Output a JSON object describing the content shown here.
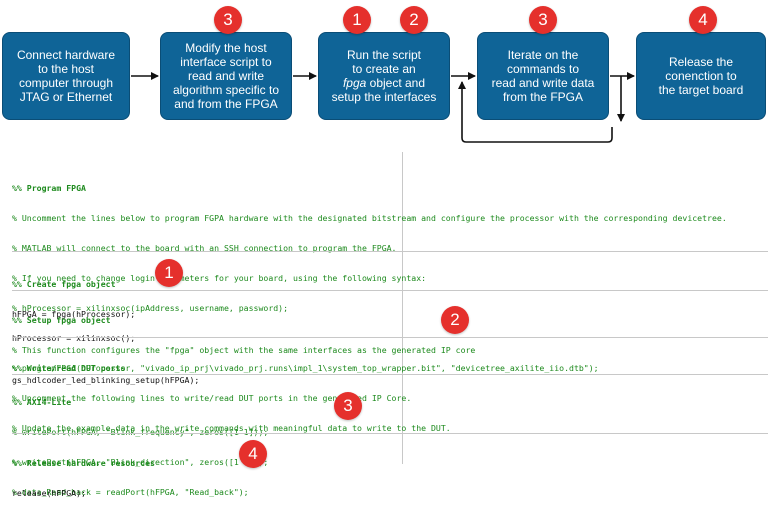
{
  "flow": {
    "boxes": [
      {
        "lines": [
          "Connect hardware",
          "to the host",
          "computer through",
          "JTAG or Ethernet"
        ]
      },
      {
        "lines": [
          "Modify the host",
          "interface script to",
          "read and write",
          "algorithm specific to",
          "and from the FPGA"
        ]
      },
      {
        "lines": [
          "Run the script",
          "to create an",
          "fpga object and",
          "setup the interfaces"
        ]
      },
      {
        "lines": [
          "Iterate on the",
          "commands to",
          "read and write data",
          "from the FPGA"
        ]
      },
      {
        "lines": [
          "Release the",
          "conenction to",
          "the target board"
        ]
      }
    ],
    "badges": [
      "3",
      "1",
      "2",
      "3",
      "4"
    ]
  },
  "code": {
    "sections": [
      {
        "lines": [
          {
            "text": "%% Program FPGA",
            "kind": "header"
          },
          {
            "text": "% Uncomment the lines below to program FGPA hardware with the designated bitstream and configure the processor with the corresponding devicetree.",
            "kind": "comment"
          },
          {
            "text": "% MATLAB will connect to the board with an SSH connection to program the FPGA.",
            "kind": "comment"
          },
          {
            "text": "% If you need to change login parameters for your board, using the following syntax:",
            "kind": "comment"
          },
          {
            "text": "% hProcessor = xilinxsoc(ipAddress, username, password);",
            "kind": "comment"
          },
          {
            "text": "hProcessor = xilinxsoc();",
            "kind": "code"
          },
          {
            "text": "% programFPGA(hProcessor, \"vivado_ip_prj\\vivado_prj.runs\\impl_1\\system_top_wrapper.bit\", \"devicetree_axilite_iio.dtb\");",
            "kind": "comment"
          }
        ]
      },
      {
        "lines": [
          {
            "text": "%% Create fpga object",
            "kind": "header"
          },
          {
            "text": "hFPGA = fpga(hProcessor);",
            "kind": "code"
          }
        ]
      },
      {
        "lines": [
          {
            "text": "%% Setup fpga object",
            "kind": "header"
          },
          {
            "text": "% This function configures the \"fpga\" object with the same interfaces as the generated IP core",
            "kind": "comment"
          },
          {
            "text": "gs_hdlcoder_led_blinking_setup(hFPGA);",
            "kind": "code"
          }
        ]
      },
      {
        "lines": [
          {
            "text": "%% Write/read DUT ports",
            "kind": "header"
          },
          {
            "text": "% Uncomment the following lines to write/read DUT ports in the generated IP Core.",
            "kind": "comment"
          },
          {
            "text": "% Update the example data in the write commands with meaningful data to write to the DUT.",
            "kind": "comment"
          }
        ]
      },
      {
        "lines": [
          {
            "text": "%% AXI4-Lite",
            "kind": "header"
          },
          {
            "text": "% writePort(hFPGA, \"Blink_frequency\", zeros([1 1]));",
            "kind": "comment"
          },
          {
            "text": "% writePort(hFPGA, \"Blink_direction\", zeros([1 1]));",
            "kind": "comment"
          },
          {
            "text": "% data_Read_back = readPort(hFPGA, \"Read_back\");",
            "kind": "comment"
          }
        ]
      },
      {
        "lines": [
          {
            "text": "%% Release hardware resources",
            "kind": "header"
          },
          {
            "text": "release(hFPGA);",
            "kind": "code"
          }
        ]
      }
    ],
    "badges": [
      "1",
      "2",
      "3",
      "4"
    ]
  },
  "colors": {
    "box": "#0f6497",
    "badge": "#e5302c",
    "comment": "#1d8a1d"
  }
}
